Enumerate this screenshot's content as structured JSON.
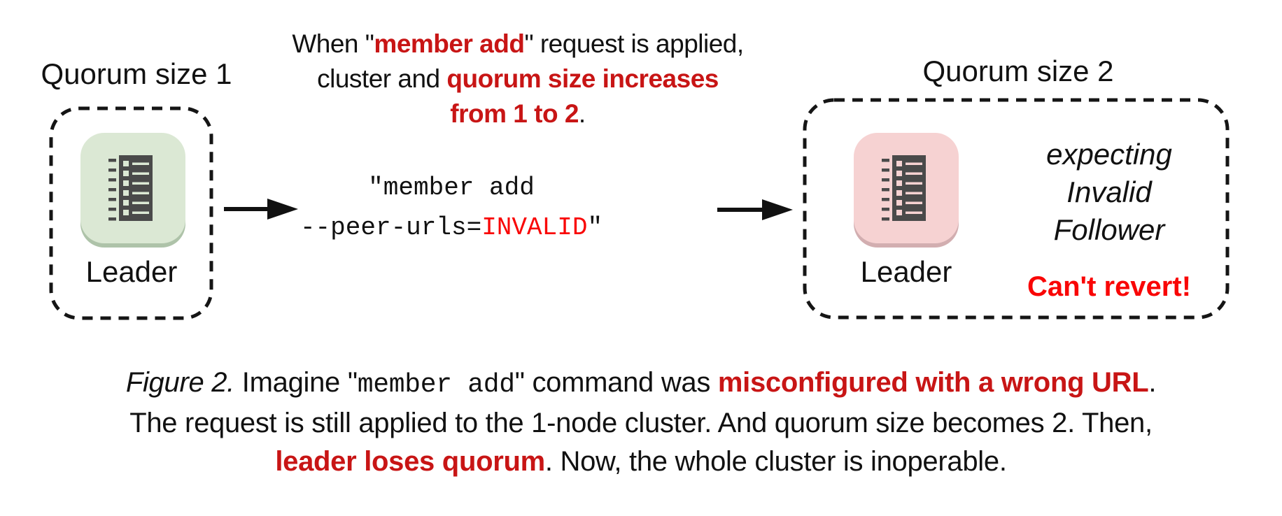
{
  "colors": {
    "background": "#ffffff",
    "text_black": "#111111",
    "dark_red_bold_text": "#c81515",
    "bright_red_text": "#f90606",
    "node_green_bg": "#dbe8d4",
    "node_green_rim": "#aec3a9",
    "node_pink_bg": "#f6d2d2",
    "node_pink_rim": "#d2aeb0",
    "icon_glyph": "#4a4a4a",
    "dashed_border": "#151515"
  },
  "left_cluster": {
    "title": "Quorum size 1",
    "node_label": "Leader"
  },
  "right_cluster": {
    "title": "Quorum size 2",
    "node_label": "Leader",
    "expecting_lines": [
      "expecting",
      "Invalid",
      "Follower"
    ],
    "warning": "Can't revert!"
  },
  "center_note": {
    "line1": [
      {
        "t": "When \""
      },
      {
        "t": "member add"
      },
      {
        "t": "\" request is applied,"
      }
    ],
    "line2": [
      {
        "t": "cluster and "
      },
      {
        "t": "quorum size increases"
      }
    ],
    "line3": [
      {
        "t": "from 1 to 2"
      },
      {
        "t": "."
      }
    ]
  },
  "command": {
    "line1": "\"member add",
    "line2_pre": "--peer-urls=",
    "line2_invalid": "INVALID",
    "line2_close": "\""
  },
  "caption": {
    "line1": [
      {
        "t": "Figure 2."
      },
      {
        "t": " Imagine \""
      },
      {
        "t": "member add"
      },
      {
        "t": "\" command was "
      },
      {
        "t": "misconfigured with a wrong URL"
      },
      {
        "t": "."
      }
    ],
    "line2": "The request is still applied to the 1-node cluster. And quorum size becomes 2. Then,",
    "line3": [
      {
        "t": "leader loses quorum"
      },
      {
        "t": ". Now, the whole cluster is inoperable."
      }
    ]
  }
}
